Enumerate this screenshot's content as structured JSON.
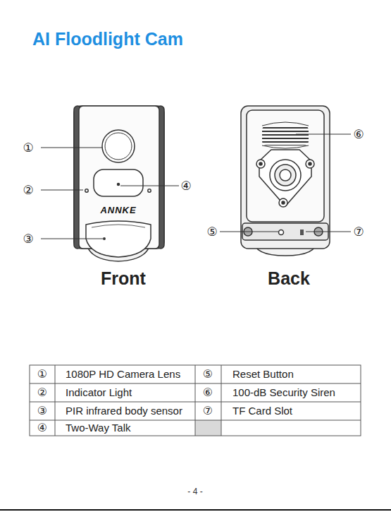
{
  "diagram": {
    "title": "AI Floodlight Cam",
    "labels": [
      "ANNKE",
      "①",
      "②",
      "③",
      "④",
      "⑤",
      "⑥",
      "⑦",
      "Front",
      "Back",
      "①",
      "1080P HD Camera Lens",
      "⑤",
      "Reset Button",
      "②",
      "Indicator Light",
      "⑥",
      "100-dB Security Siren",
      "③",
      "PIR infrared body sensor",
      "⑦",
      "TF Card Slot",
      "④",
      "Two-Way Talk",
      "- 4 -"
    ]
  }
}
